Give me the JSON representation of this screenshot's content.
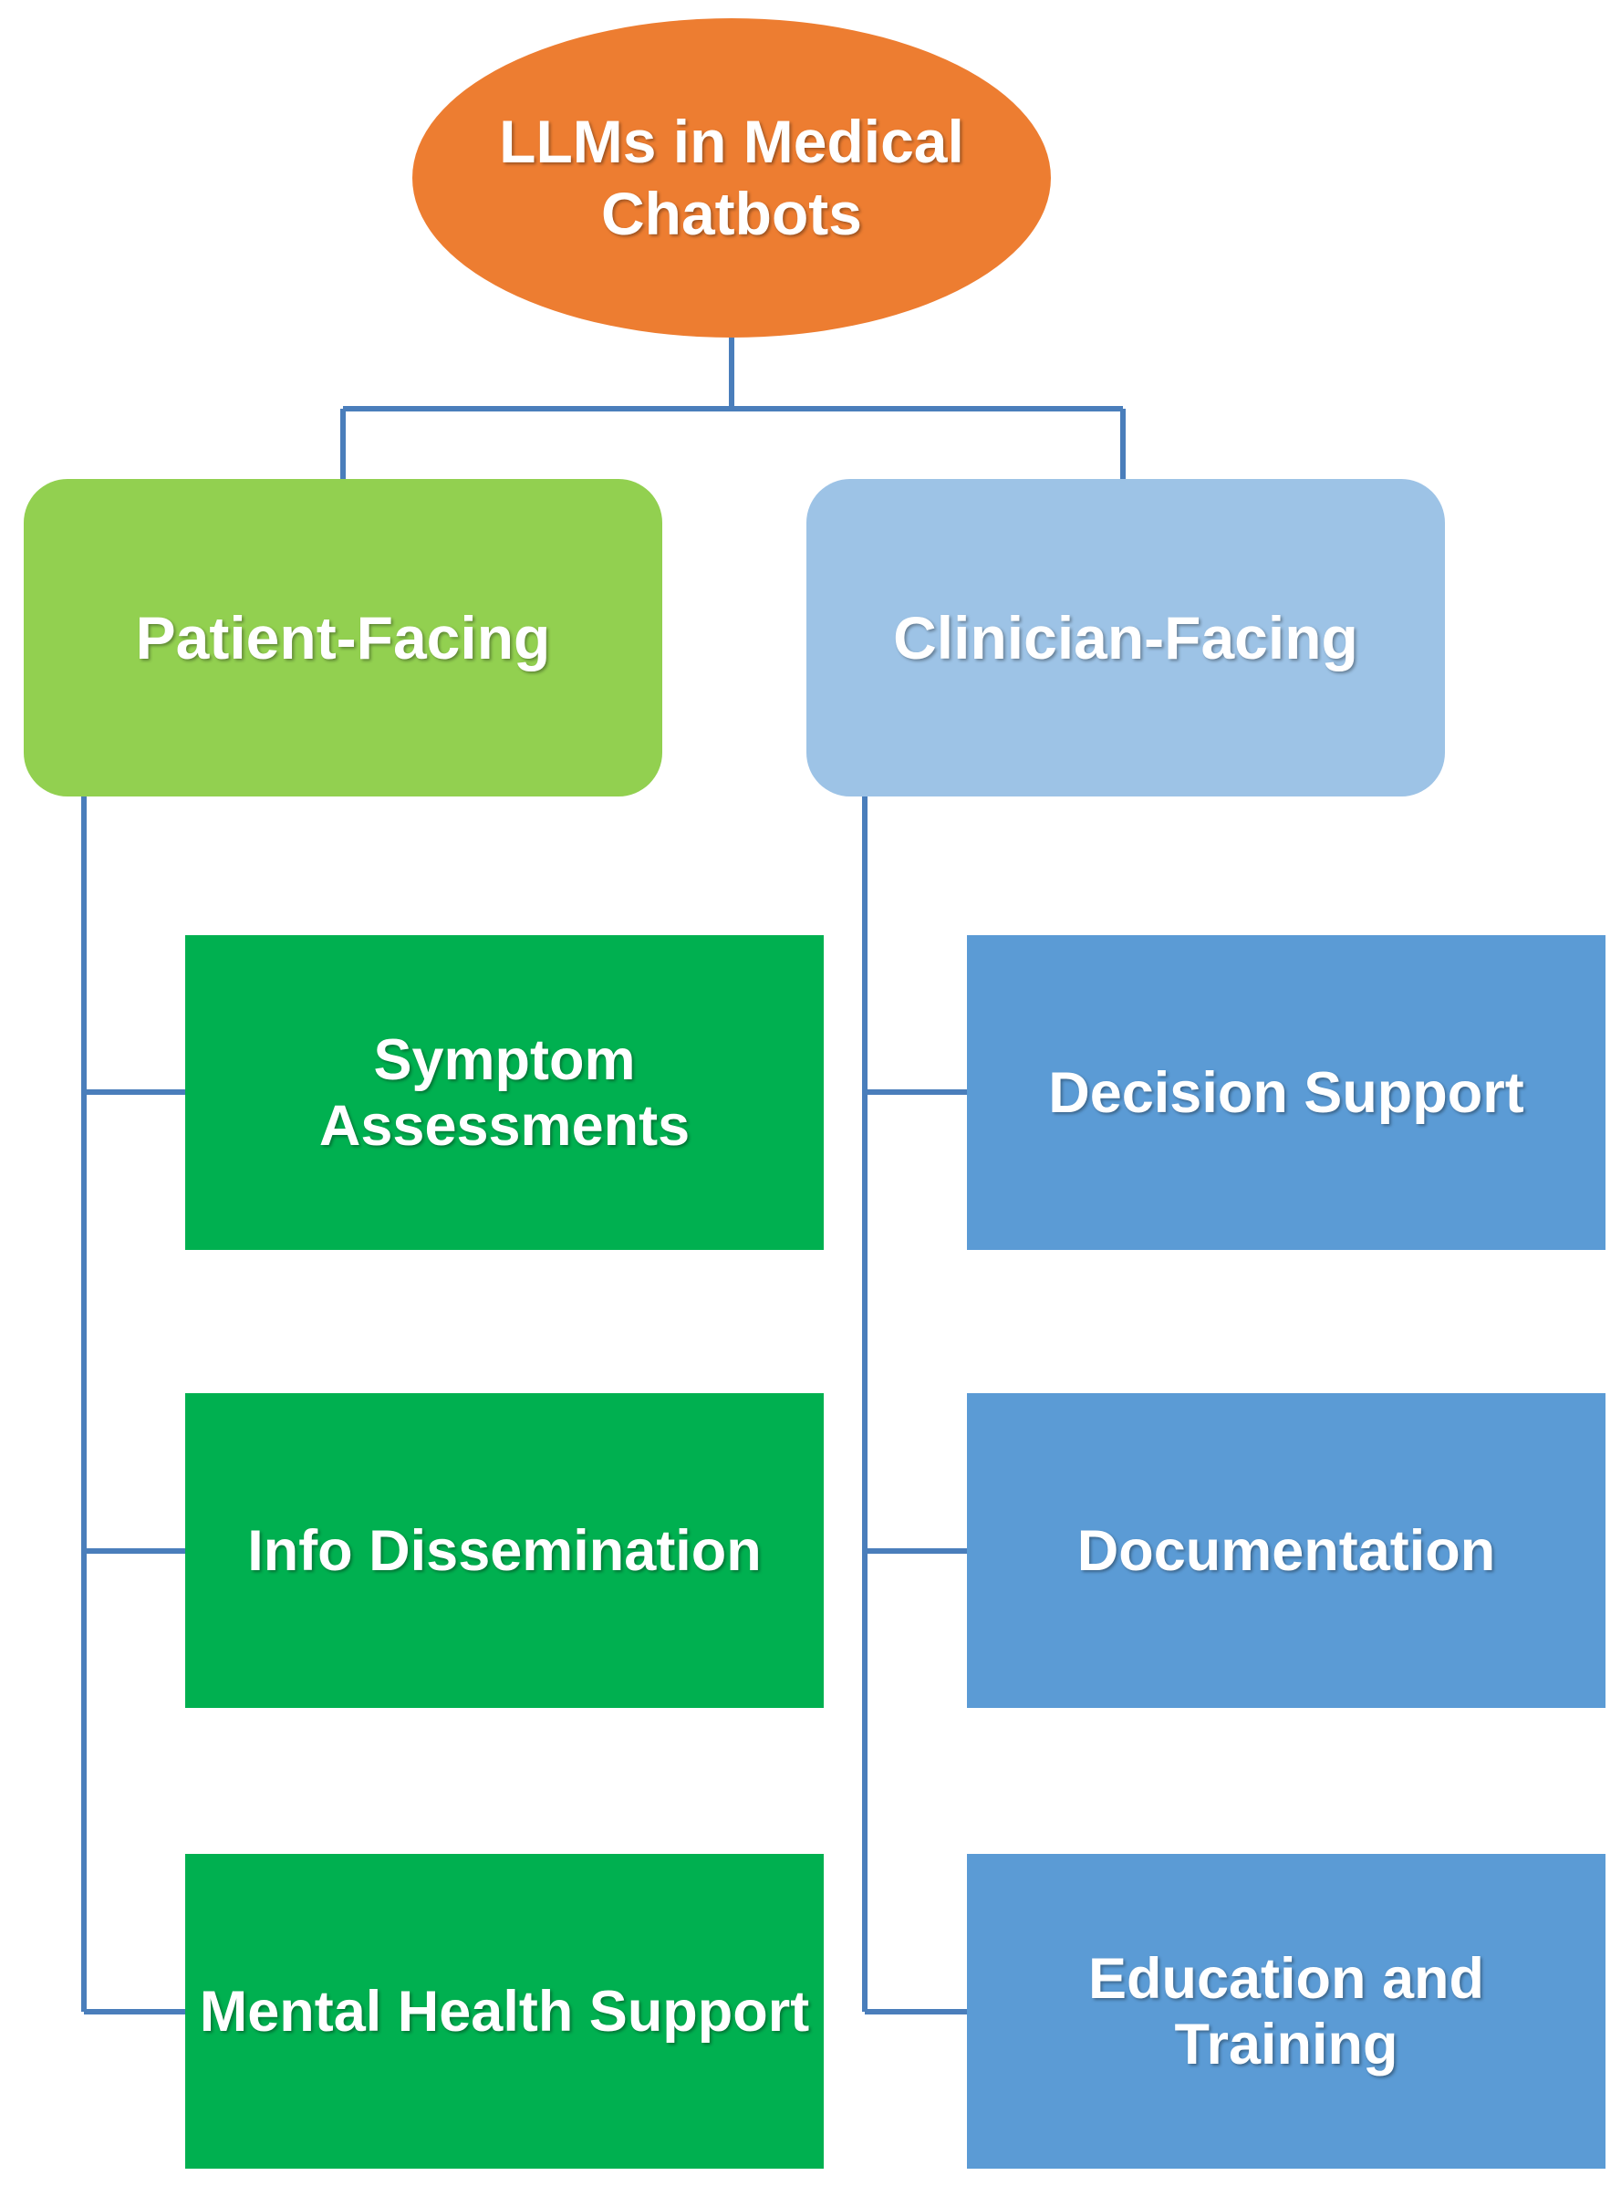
{
  "root": {
    "label_line1": "LLMs in Medical",
    "label_line2": "Chatbots"
  },
  "categories": [
    {
      "label": "Patient-Facing",
      "items": [
        "Symptom Assessments",
        "Info Dissemination",
        "Mental Health Support"
      ]
    },
    {
      "label": "Clinician-Facing",
      "items": [
        "Decision Support",
        "Documentation",
        "Education and Training"
      ]
    }
  ],
  "colors": {
    "root": "#ED7D31",
    "patient_category": "#92D050",
    "clinician_category": "#9DC3E6",
    "patient_items": "#00B050",
    "clinician_items": "#5B9BD5",
    "connector": "#4A7EBB"
  }
}
